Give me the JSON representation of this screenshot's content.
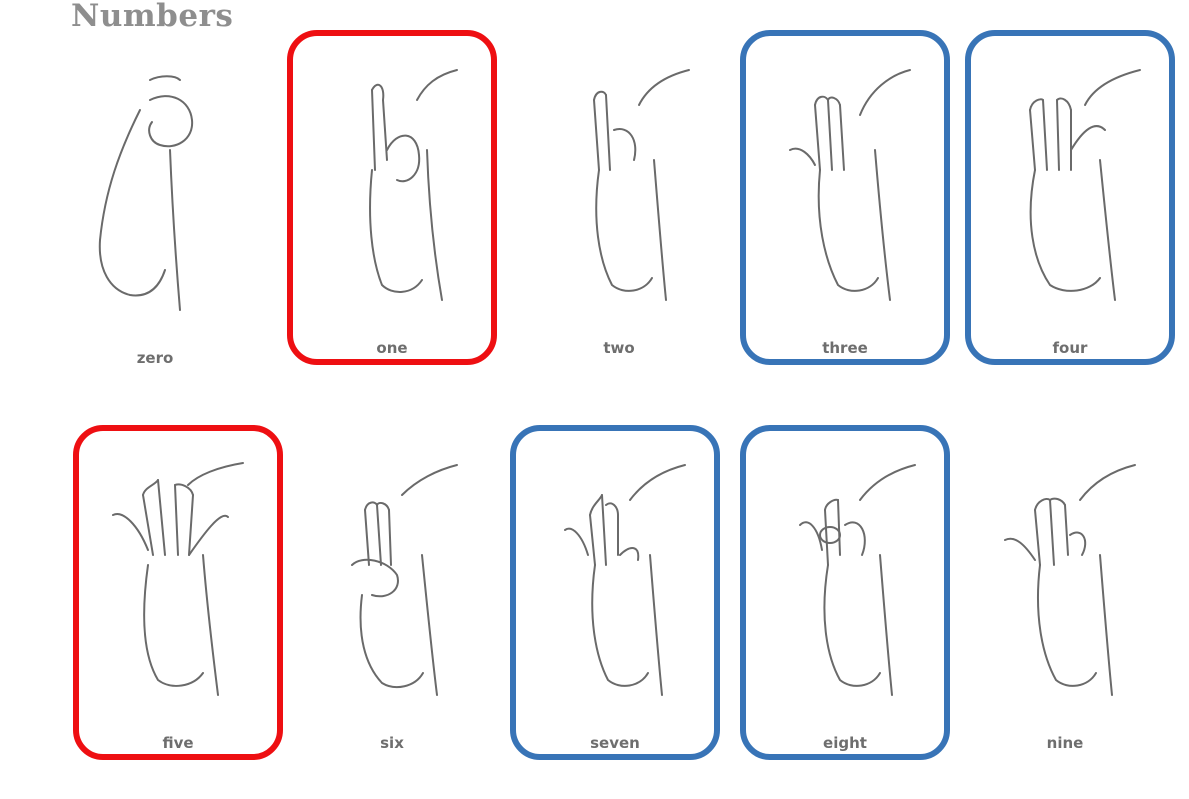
{
  "page": {
    "title": "Numbers"
  },
  "highlight_colors": {
    "red": "#ee0f12",
    "blue": "#3874b7"
  },
  "signs": [
    {
      "label": "zero",
      "highlight": "none"
    },
    {
      "label": "one",
      "highlight": "red"
    },
    {
      "label": "two",
      "highlight": "none"
    },
    {
      "label": "three",
      "highlight": "blue"
    },
    {
      "label": "four",
      "highlight": "blue"
    },
    {
      "label": "five",
      "highlight": "red"
    },
    {
      "label": "six",
      "highlight": "none"
    },
    {
      "label": "seven",
      "highlight": "blue"
    },
    {
      "label": "eight",
      "highlight": "blue"
    },
    {
      "label": "nine",
      "highlight": "none"
    }
  ]
}
